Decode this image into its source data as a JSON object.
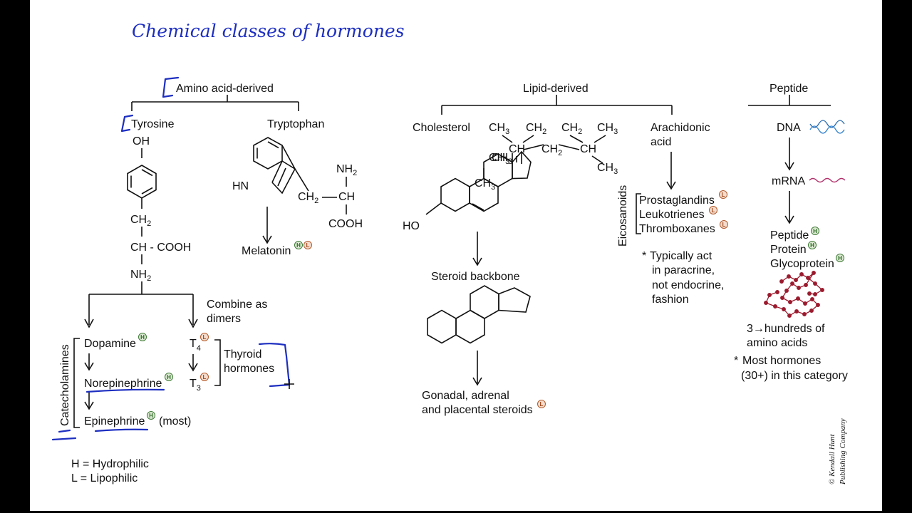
{
  "title": "Chemical classes of hormones",
  "branches": {
    "amino": "Amino acid-derived",
    "lipid": "Lipid-derived",
    "peptide": "Peptide"
  },
  "amino": {
    "tyrosine": "Tyrosine",
    "tryptophan": "Tryptophan",
    "oh": "OH",
    "ch2": "CH",
    "ch_cooh": "CH - COOH",
    "nh2": "NH",
    "hn": "HN",
    "trp_nh2": "NH",
    "trp_ch2": "CH",
    "trp_ch": "CH",
    "trp_cooh": "COOH",
    "melatonin": "Melatonin",
    "combine_line1": "Combine as",
    "combine_line2": "dimers",
    "dopamine": "Dopamine",
    "norepinephrine": "Norepinephrine",
    "epinephrine": "Epinephrine",
    "most": "(most)",
    "catecholamines": "Catecholamines",
    "t4": "T",
    "t3": "T",
    "thyroid_line1": "Thyroid",
    "thyroid_line2": "hormones"
  },
  "lipid": {
    "cholesterol": "Cholesterol",
    "ch3": "CH",
    "ch2": "CH",
    "ch": "CH",
    "ho": "HO",
    "steroid_backbone": "Steroid backbone",
    "gonadal_line1": "Gonadal, adrenal",
    "gonadal_line2": "and placental steroids",
    "arachidonic_line1": "Arachidonic",
    "arachidonic_line2": "acid",
    "eicosanoids": "Eicosanoids",
    "prostaglandins": "Prostaglandins",
    "leukotrienes": "Leukotrienes",
    "thromboxanes": "Thromboxanes",
    "note_line1": "Typically act",
    "note_line2": "in paracrine,",
    "note_line3": "not endocrine,",
    "note_line4": "fashion"
  },
  "peptide": {
    "dna": "DNA",
    "mrna": "mRNA",
    "peptide": "Peptide",
    "protein": "Protein",
    "glycoprotein": "Glycoprotein",
    "range_line1": "3→hundreds of",
    "range_line2": "amino acids",
    "most_line1": "Most hormones",
    "most_line2": "(30+) in this category"
  },
  "sub2": "2",
  "sub3": "3",
  "sub4": "4",
  "star": "*",
  "badge_h": "H",
  "badge_l": "L",
  "legend": {
    "h": "H = Hydrophilic",
    "l": "L = Lipophilic"
  },
  "copyright_line1": "© Kendall Hunt",
  "copyright_line2": "Publishing Company",
  "colors": {
    "ink": "#1d2fc0",
    "hydrophilic_badge": "#3f7a36",
    "lipophilic_badge": "#b35a2b",
    "chain": "#9b1b2e"
  }
}
